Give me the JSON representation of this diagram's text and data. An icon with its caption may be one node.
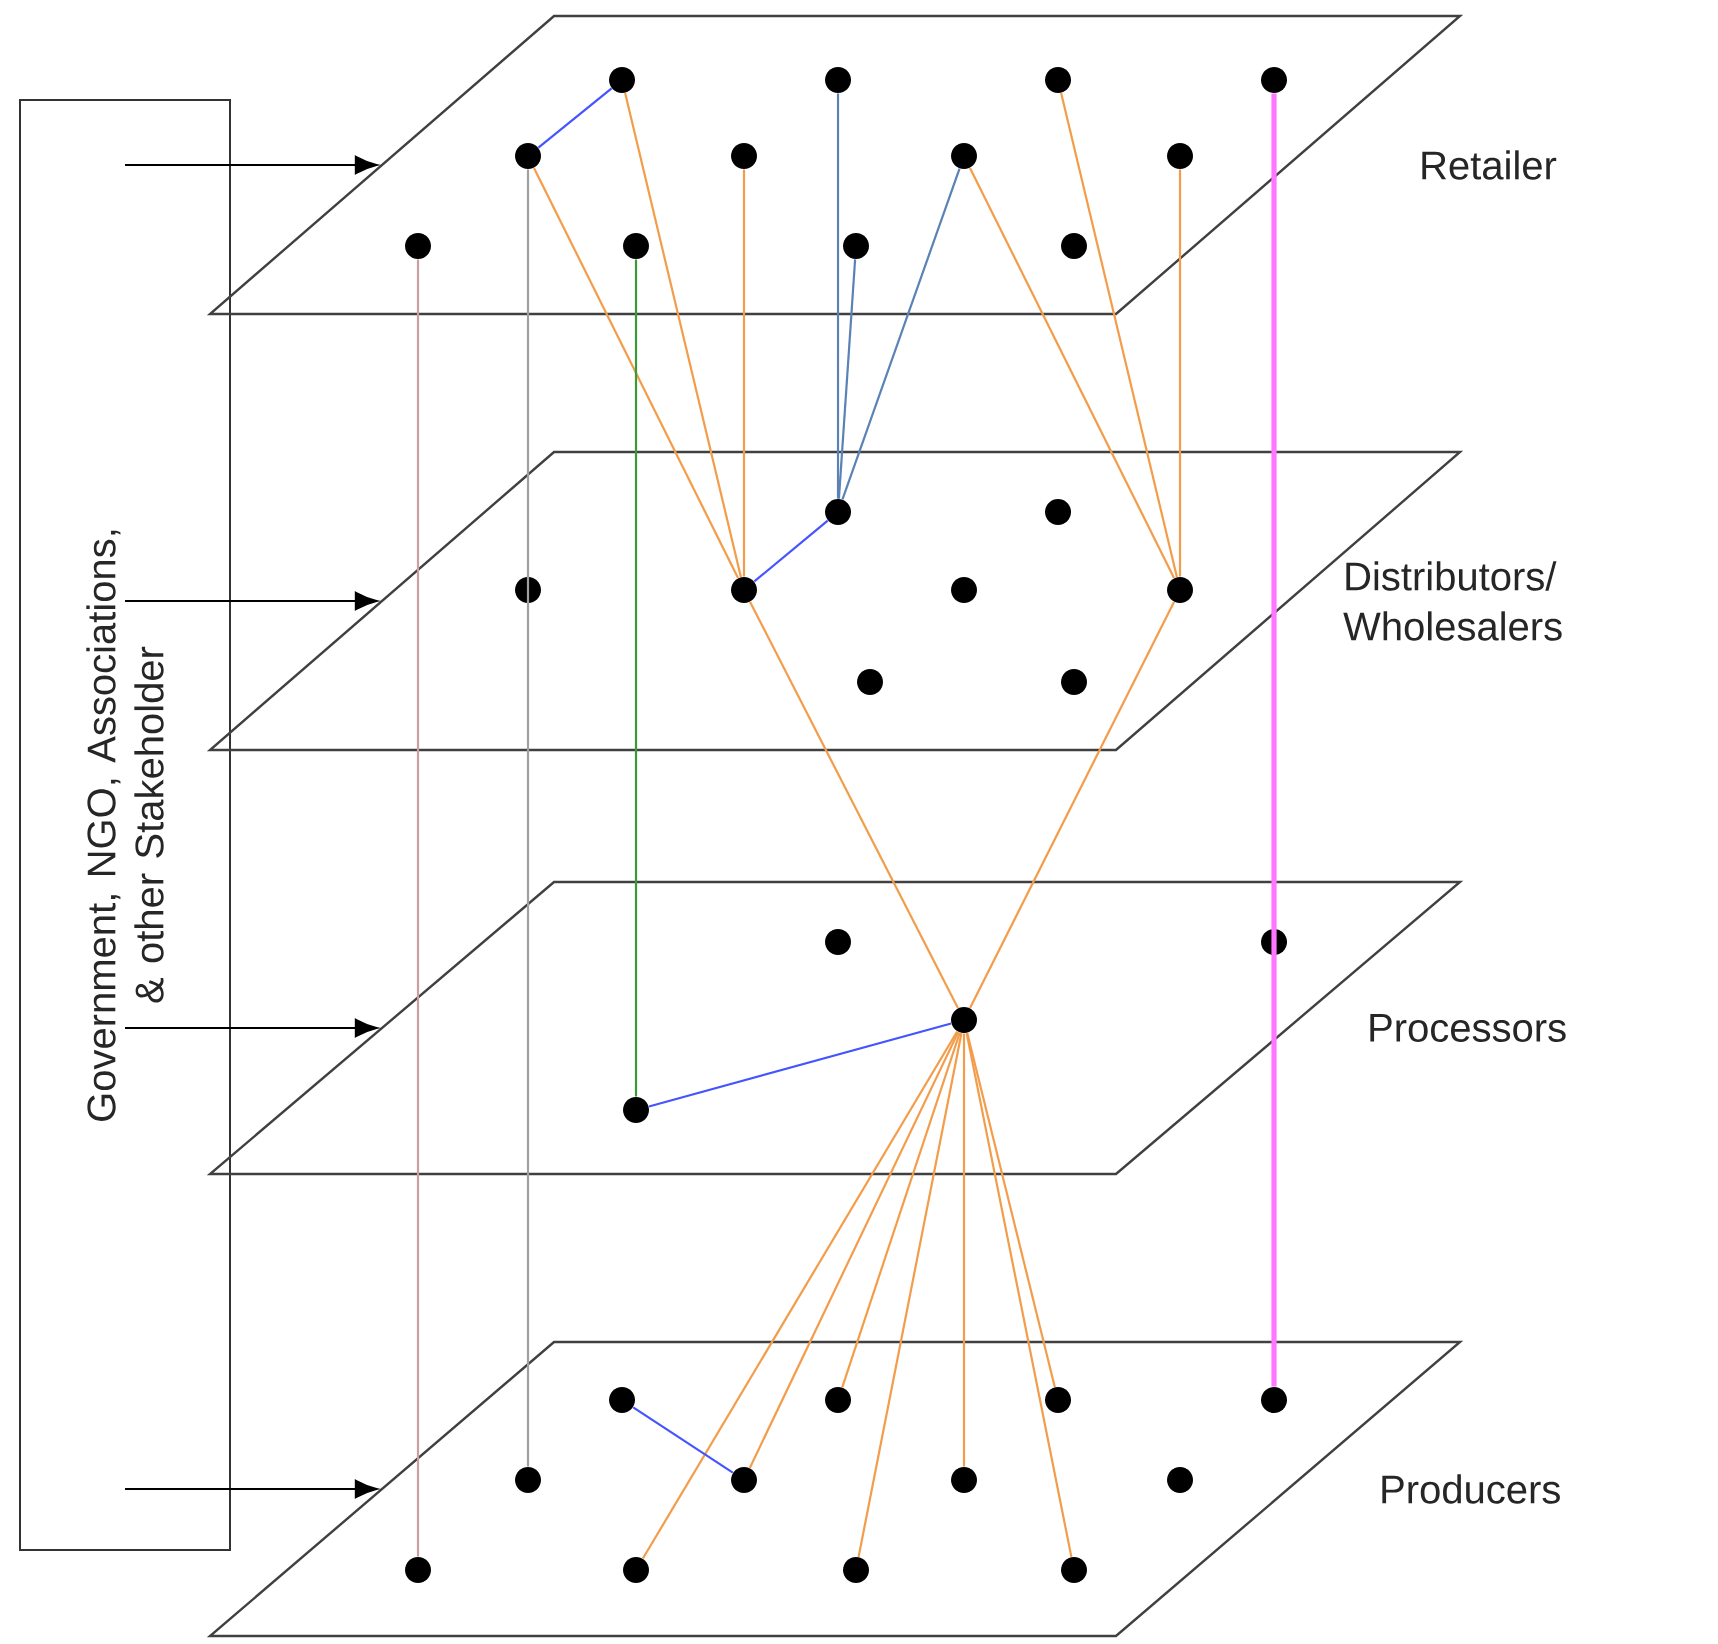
{
  "diagram": {
    "nodes": [
      {
        "text": [
          "Government, NGO, Associations, & other Stakeholder"
        ]
      },
      {
        "text": [],
        "shape": "parallelogram",
        "beside": [
          "Retailer"
        ]
      },
      {
        "text": [],
        "shape": "circle",
        "in": 1
      },
      {
        "text": [],
        "shape": "circle",
        "in": 1
      },
      {
        "text": [],
        "shape": "circle",
        "in": 1
      },
      {
        "text": [],
        "shape": "circle",
        "in": 1
      },
      {
        "text": [],
        "shape": "circle",
        "in": 1
      },
      {
        "text": [],
        "shape": "circle",
        "in": 1
      },
      {
        "text": [],
        "shape": "circle",
        "in": 1
      },
      {
        "text": [],
        "shape": "circle",
        "in": 1
      },
      {
        "text": [],
        "shape": "circle",
        "in": 1
      },
      {
        "text": [],
        "shape": "circle",
        "in": 1
      },
      {
        "text": [],
        "shape": "circle",
        "in": 1
      },
      {
        "text": [],
        "shape": "circle",
        "in": 1
      },
      {
        "text": [],
        "shape": "parallelogram",
        "beside": [
          "Distributors/ Wholesalers"
        ]
      },
      {
        "text": [],
        "shape": "circle",
        "in": 14
      },
      {
        "text": [],
        "shape": "circle",
        "in": 14
      },
      {
        "text": [],
        "shape": "circle",
        "in": 14
      },
      {
        "text": [],
        "shape": "circle",
        "in": 14
      },
      {
        "text": [],
        "shape": "circle",
        "in": 14
      },
      {
        "text": [],
        "shape": "circle",
        "in": 14
      },
      {
        "text": [],
        "shape": "circle",
        "in": 14
      },
      {
        "text": [],
        "shape": "circle",
        "in": 14
      },
      {
        "text": [],
        "shape": "parallelogram",
        "beside": [
          "Processors"
        ]
      },
      {
        "text": [],
        "shape": "circle",
        "in": 23
      },
      {
        "text": [],
        "shape": "circle",
        "in": 23
      },
      {
        "text": [],
        "shape": "circle",
        "in": 23
      },
      {
        "text": [],
        "shape": "circle",
        "in": 23
      },
      {
        "text": [],
        "shape": "parallelogram",
        "beside": [
          "Producers"
        ]
      },
      {
        "text": [],
        "shape": "circle",
        "in": 28
      },
      {
        "text": [],
        "shape": "circle",
        "in": 28
      },
      {
        "text": [],
        "shape": "circle",
        "in": 28
      },
      {
        "text": [],
        "shape": "circle",
        "in": 28
      },
      {
        "text": [],
        "shape": "circle",
        "in": 28
      },
      {
        "text": [],
        "shape": "circle",
        "in": 28
      },
      {
        "text": [],
        "shape": "circle",
        "in": 28
      },
      {
        "text": [],
        "shape": "circle",
        "in": 28
      },
      {
        "text": [],
        "shape": "circle",
        "in": 28
      },
      {
        "text": [],
        "shape": "circle",
        "in": 28
      },
      {
        "text": [],
        "shape": "circle",
        "in": 28
      },
      {
        "text": [],
        "shape": "circle",
        "in": 28
      }
    ],
    "edges": [
      {
        "from": 0,
        "to": 1,
        "arrow": "to",
        "color": "#000000"
      },
      {
        "from": 0,
        "to": 14,
        "arrow": "to",
        "color": "#000000"
      },
      {
        "from": 0,
        "to": 23,
        "arrow": "to",
        "color": "#000000"
      },
      {
        "from": 0,
        "to": 28,
        "arrow": "to",
        "color": "#000000"
      },
      {
        "from": 2,
        "to": 6,
        "arrow": "none",
        "color": "#4455ff"
      },
      {
        "from": 6,
        "to": 18,
        "arrow": "none"
      },
      {
        "from": 2,
        "to": 18,
        "arrow": "none"
      },
      {
        "from": 7,
        "to": 18,
        "arrow": "none"
      },
      {
        "from": 3,
        "to": 15,
        "arrow": "none",
        "color": "#5b82b5"
      },
      {
        "from": 12,
        "to": 15,
        "arrow": "none",
        "color": "#5b82b5"
      },
      {
        "from": 8,
        "to": 15,
        "arrow": "none",
        "color": "#5b82b5"
      },
      {
        "from": 18,
        "to": 15,
        "arrow": "none",
        "color": "#4455ff"
      },
      {
        "from": 8,
        "to": 20,
        "arrow": "none"
      },
      {
        "from": 4,
        "to": 20,
        "arrow": "none"
      },
      {
        "from": 9,
        "to": 20,
        "arrow": "none"
      },
      {
        "from": 11,
        "to": 27,
        "arrow": "none",
        "color": "#3a9a3a"
      },
      {
        "from": 10,
        "to": 37,
        "arrow": "none",
        "color": "#c8a0a0"
      },
      {
        "from": 6,
        "to": 33,
        "arrow": "none",
        "color": "#a0a0a0"
      },
      {
        "from": 5,
        "to": 32,
        "arrow": "none",
        "color": "#ff77ff",
        "style": "thick"
      },
      {
        "from": 18,
        "to": 26,
        "arrow": "none"
      },
      {
        "from": 20,
        "to": 26,
        "arrow": "none"
      },
      {
        "from": 27,
        "to": 26,
        "arrow": "none",
        "color": "#4455ff"
      },
      {
        "from": 26,
        "to": 38,
        "arrow": "none"
      },
      {
        "from": 26,
        "to": 34,
        "arrow": "none"
      },
      {
        "from": 26,
        "to": 30,
        "arrow": "none"
      },
      {
        "from": 26,
        "to": 39,
        "arrow": "none"
      },
      {
        "from": 26,
        "to": 35,
        "arrow": "none"
      },
      {
        "from": 26,
        "to": 31,
        "arrow": "none"
      },
      {
        "from": 26,
        "to": 40,
        "arrow": "none"
      },
      {
        "from": 29,
        "to": 34,
        "arrow": "none",
        "color": "#4455ff"
      }
    ]
  }
}
